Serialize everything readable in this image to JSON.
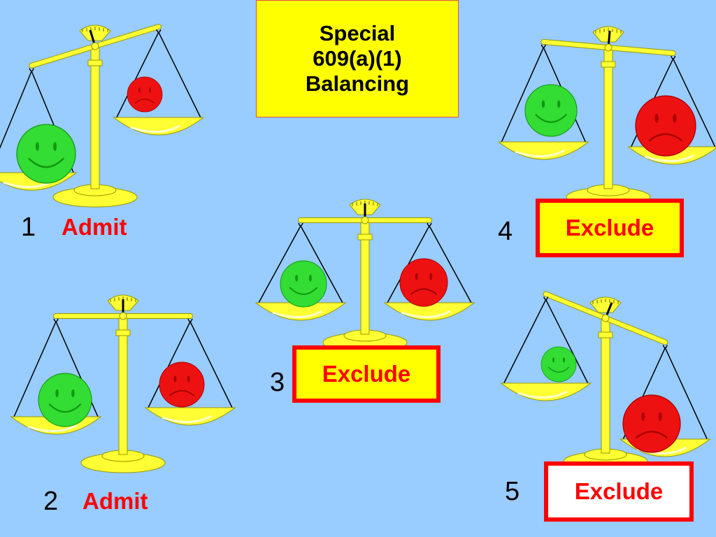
{
  "title": {
    "lines": [
      "Special",
      "609(a)(1)",
      "Balancing"
    ]
  },
  "scales": [
    {
      "number": "1",
      "verdict": "Admit"
    },
    {
      "number": "2",
      "verdict": "Admit"
    },
    {
      "number": "3",
      "verdict": "Exclude"
    },
    {
      "number": "4",
      "verdict": "Exclude"
    },
    {
      "number": "5",
      "verdict": "Exclude"
    }
  ],
  "colors": {
    "background": "#99ccff",
    "scale_gold": "#ffff33",
    "happy_face": "#33dd33",
    "sad_face": "#ee1111",
    "verdict_text": "#ff0000",
    "title_box": "#ffff00"
  },
  "icons": [
    "balance-scale-icon",
    "happy-face-icon",
    "sad-face-icon"
  ]
}
